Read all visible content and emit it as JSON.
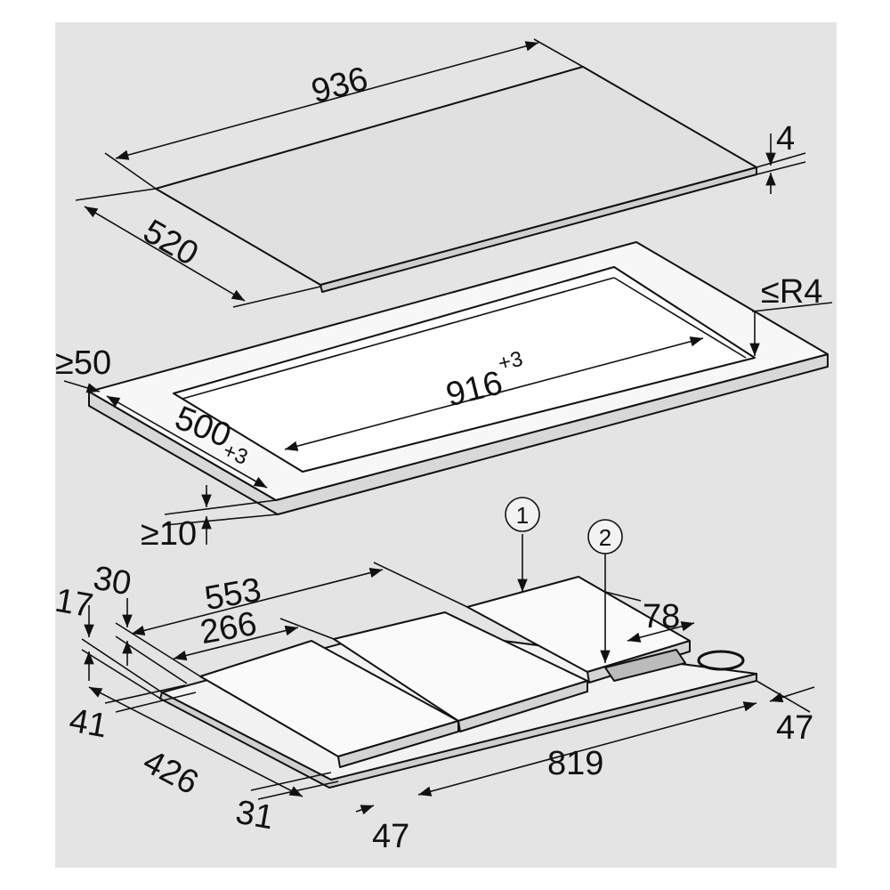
{
  "colors": {
    "background": "#e4e4e4",
    "surface": "#f7f7f7",
    "line": "#111111"
  },
  "glass_plate": {
    "width": "936",
    "depth": "520",
    "thickness": "4"
  },
  "cutout": {
    "corner_radius": "≤R4",
    "edge_distance": "≥50",
    "width": "916",
    "width_tolerance": "+3",
    "depth": "500",
    "depth_tolerance": "+3",
    "worktop_thickness": "≥10"
  },
  "callouts": [
    "1",
    "2"
  ],
  "hob_underside": {
    "d553": "553",
    "d30": "30",
    "d17": "17",
    "d266": "266",
    "d78": "78",
    "d41": "41",
    "d47_right": "47",
    "d426": "426",
    "d819": "819",
    "d31": "31",
    "d47_bottom": "47"
  }
}
